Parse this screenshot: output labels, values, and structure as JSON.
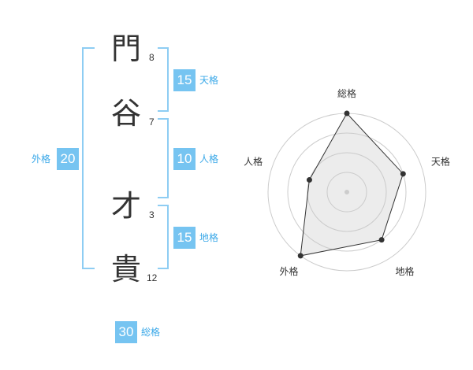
{
  "name": {
    "chars": [
      {
        "char": "門",
        "strokes": "8"
      },
      {
        "char": "谷",
        "strokes": "7"
      },
      {
        "char": "才",
        "strokes": "3"
      },
      {
        "char": "貴",
        "strokes": "12"
      }
    ]
  },
  "fortune": {
    "tenkaku": {
      "value": "15",
      "label": "天格"
    },
    "jinkaku": {
      "value": "10",
      "label": "人格"
    },
    "chikaku": {
      "value": "15",
      "label": "地格"
    },
    "gaikaku": {
      "value": "20",
      "label": "外格"
    },
    "soukaku": {
      "value": "30",
      "label": "総格"
    }
  },
  "colors": {
    "accent": "#76c4f1",
    "bracket": "#8ecdf3",
    "text": "#333333"
  },
  "chart_data": {
    "type": "radar",
    "axes": [
      "総格",
      "天格",
      "地格",
      "外格",
      "人格"
    ],
    "values": [
      30,
      15,
      15,
      20,
      10
    ],
    "max": 20,
    "rings": 4,
    "grid": true
  }
}
